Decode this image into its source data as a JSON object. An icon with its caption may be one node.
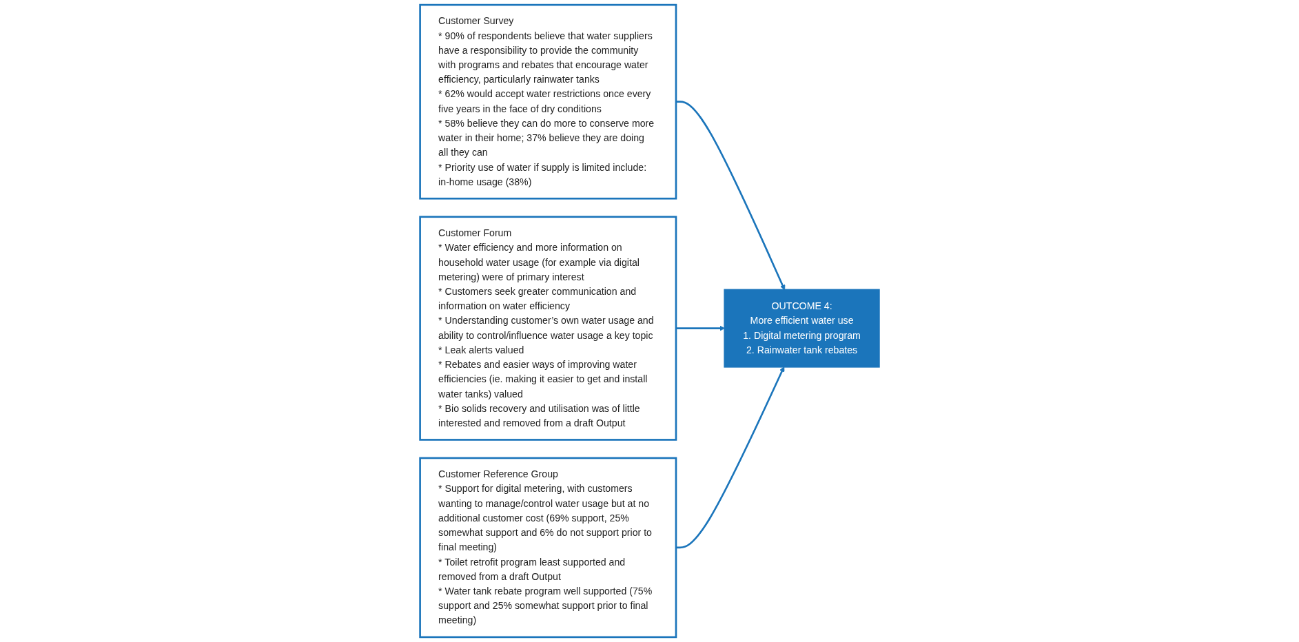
{
  "diagram": {
    "nodes": [
      {
        "text": [
          "Customer Survey",
          "* 90% of respondents believe that water suppliers have a responsibility to provide the community with programs and rebates that encourage water efficiency, particularly rainwater tanks",
          "* 62% would accept water restrictions once every five years in the face of dry conditions",
          "* 58% believe they can do more to conserve more water in their home; 37% believe they are doing all they can",
          "* Priority use of water if supply is limited include: in-home usage (38%)"
        ]
      },
      {
        "text": [
          "Customer Forum",
          "* Water efficiency and more information on household water usage (for example via digital metering) were of primary interest",
          "* Customers seek greater communication and information on water efficiency",
          "* Understanding customer’s own water usage and ability to control/influence water usage a key topic",
          "* Leak alerts valued",
          "* Rebates and easier ways of improving water efficiencies (ie. making it easier to get and install water tanks) valued",
          "* Bio solids recovery and utilisation was of little interested and removed from a draft Output"
        ]
      },
      {
        "text": [
          "Customer Reference Group",
          "* Support for digital metering, with customers wanting to manage/control water usage but at no additional customer cost (69% support, 25% somewhat support and 6% do not support prior to final meeting)",
          "* Toilet retrofit program least supported and removed from a draft Output",
          "* Water tank rebate program well supported (75% support and 25% somewhat support prior to final meeting)"
        ]
      },
      {
        "text": [
          "OUTCOME 4:",
          "More efficient water use",
          "1. Digital metering program",
          "2. Rainwater tank rebates"
        ]
      }
    ],
    "edges": [
      {
        "from": 0,
        "to": 3,
        "arrow": "to"
      },
      {
        "from": 1,
        "to": 3,
        "arrow": "to"
      },
      {
        "from": 2,
        "to": 3,
        "arrow": "to"
      }
    ]
  }
}
